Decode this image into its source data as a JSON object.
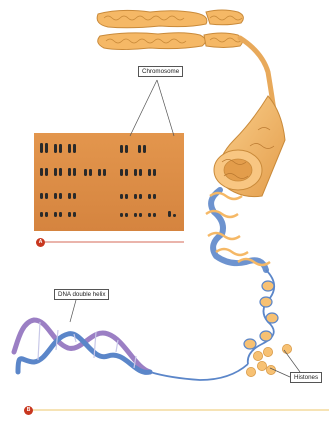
{
  "labels": {
    "chromosome": "Chromosome",
    "dna_double_helix": "DNA double helix",
    "histones": "Histones"
  },
  "badges": {
    "a": "A",
    "b": "B"
  },
  "colors": {
    "chromatin": "#f5b866",
    "chromatin_dark": "#c98a3a",
    "karyotype_bg": "#d98c47",
    "dna_blue": "#5b86c9",
    "dna_purple": "#9b7fc4",
    "histone": "#f7c173",
    "accent_line": "#c8371f"
  }
}
